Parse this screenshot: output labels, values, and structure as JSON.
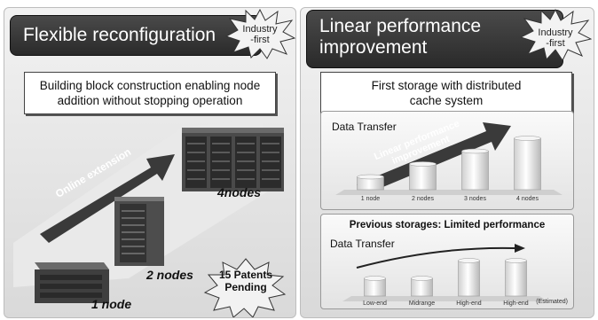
{
  "left": {
    "title": "Flexible reconfiguration",
    "badge": "Industry\n-first",
    "description": "Building block construction enabling node\naddition without stopping operation",
    "arrow_label": "Online extension",
    "nodes": [
      "1 node",
      "2 nodes",
      "4nodes"
    ],
    "patents": "15 Patents\nPending"
  },
  "right": {
    "title": "Linear performance\nimprovement",
    "badge": "Industry\n-first",
    "description": "First storage with distributed\ncache system",
    "chart1": {
      "title": "Data Transfer",
      "arrow_label": "Linear performance\nimprovement"
    },
    "chart2": {
      "header": "Previous storages: Limited performance",
      "title": "Data Transfer",
      "note": "(Estimated)"
    }
  },
  "chart_data": [
    {
      "type": "bar",
      "title": "Data Transfer",
      "categories": [
        "1 node",
        "2 nodes",
        "3 nodes",
        "4 nodes"
      ],
      "values": [
        1,
        2,
        3,
        4
      ]
    },
    {
      "type": "bar",
      "title": "Data Transfer",
      "categories": [
        "Low-end",
        "Midrange",
        "High-end",
        "High-end"
      ],
      "values": [
        1,
        1,
        2,
        2
      ]
    }
  ]
}
